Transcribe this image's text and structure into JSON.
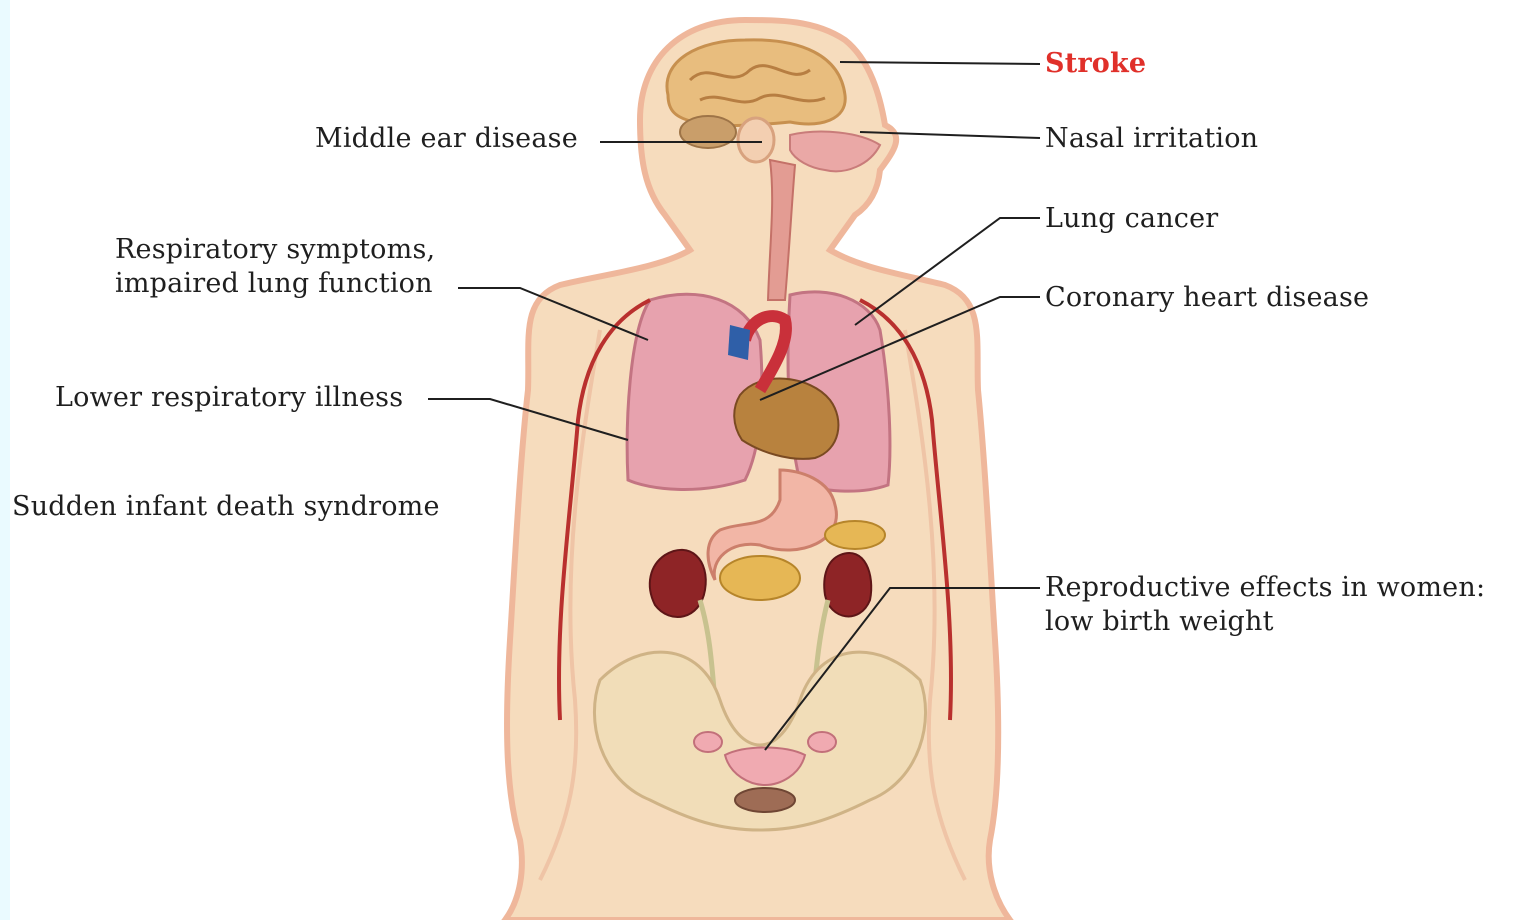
{
  "colors": {
    "highlight": "#e0302a",
    "text": "#1f1f1f",
    "skin": "#f6dcbd",
    "skin_outline": "#efb79b",
    "lung": "#e7a2ae",
    "heart": "#c9303a",
    "vessel": "#b9302e",
    "kidney": "#8e2426",
    "bone": "#f1ddb8",
    "brain": "#e8bd7e"
  },
  "labels": {
    "stroke": "Stroke",
    "middle_ear": "Middle ear disease",
    "nasal": "Nasal irritation",
    "lung_cancer": "Lung cancer",
    "resp_symptoms_1": "Respiratory symptoms,",
    "resp_symptoms_2": "impaired lung function",
    "coronary": "Coronary heart disease",
    "lower_resp": "Lower respiratory illness",
    "sids": "Sudden infant death syndrome",
    "reproductive_1": "Reproductive effects in women:",
    "reproductive_2": "low birth weight"
  }
}
